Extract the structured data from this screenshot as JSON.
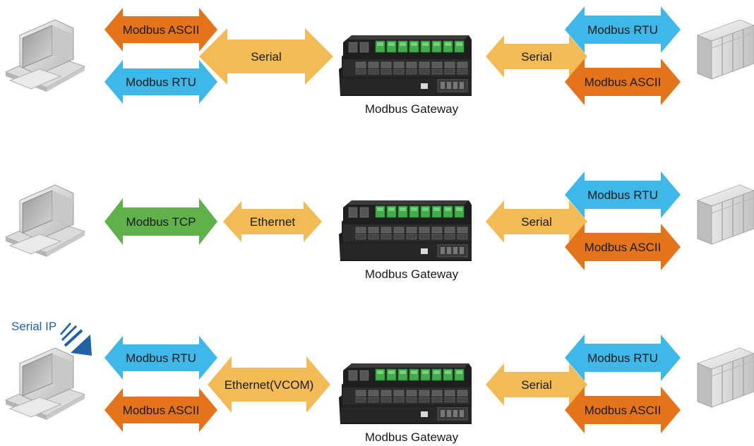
{
  "colors": {
    "orange": "#e4731a",
    "blue": "#3db8e8",
    "yellow": "#f2bb55",
    "green": "#5fb24a",
    "accent_blue": "#1f62a5"
  },
  "rows": [
    {
      "left_arrows": [
        {
          "label": "Modbus ASCII",
          "color": "orange"
        },
        {
          "label": "Modbus RTU",
          "color": "blue"
        }
      ],
      "link_left": {
        "label": "Serial",
        "color": "yellow"
      },
      "gateway_label": "Modbus Gateway",
      "link_right": {
        "label": "Serial",
        "color": "yellow"
      },
      "right_arrows": [
        {
          "label": "Modbus RTU",
          "color": "blue"
        },
        {
          "label": "Modbus ASCII",
          "color": "orange"
        }
      ]
    },
    {
      "left_arrows": [
        {
          "label": "Modbus TCP",
          "color": "green"
        }
      ],
      "link_left": {
        "label": "Ethernet",
        "color": "yellow"
      },
      "gateway_label": "Modbus Gateway",
      "link_right": {
        "label": "Serial",
        "color": "yellow"
      },
      "right_arrows": [
        {
          "label": "Modbus RTU",
          "color": "blue"
        },
        {
          "label": "Modbus ASCII",
          "color": "orange"
        }
      ]
    },
    {
      "serial_ip": "Serial IP",
      "left_arrows": [
        {
          "label": "Modbus RTU",
          "color": "blue"
        },
        {
          "label": "Modbus ASCII",
          "color": "orange"
        }
      ],
      "link_left": {
        "label": "Ethernet(VCOM)",
        "color": "yellow"
      },
      "gateway_label": "Modbus Gateway",
      "link_right": {
        "label": "Serial",
        "color": "yellow"
      },
      "right_arrows": [
        {
          "label": "Modbus RTU",
          "color": "blue"
        },
        {
          "label": "Modbus ASCII",
          "color": "orange"
        }
      ]
    }
  ],
  "icons": {
    "pc": "desktop-computer-icon",
    "server": "server-rack-icon",
    "gateway": "modbus-gateway-device-icon",
    "wireless": "wireless-signal-icon"
  }
}
